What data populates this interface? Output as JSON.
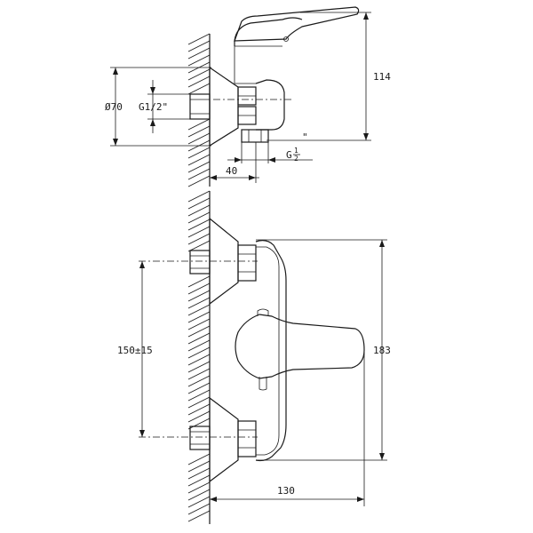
{
  "drawing": {
    "top_view": {
      "dim_height": "114",
      "dim_flange_diameter": "Ø70",
      "dim_inlet_thread": "G1/2\"",
      "dim_outlet_thread_base": "G",
      "dim_outlet_thread_frac_num": "1",
      "dim_outlet_thread_frac_den": "2",
      "dim_outlet_thread_mark": "\"",
      "dim_depth": "40"
    },
    "front_view": {
      "dim_inlet_spacing": "150±15",
      "dim_height": "183",
      "dim_projection": "130"
    }
  }
}
